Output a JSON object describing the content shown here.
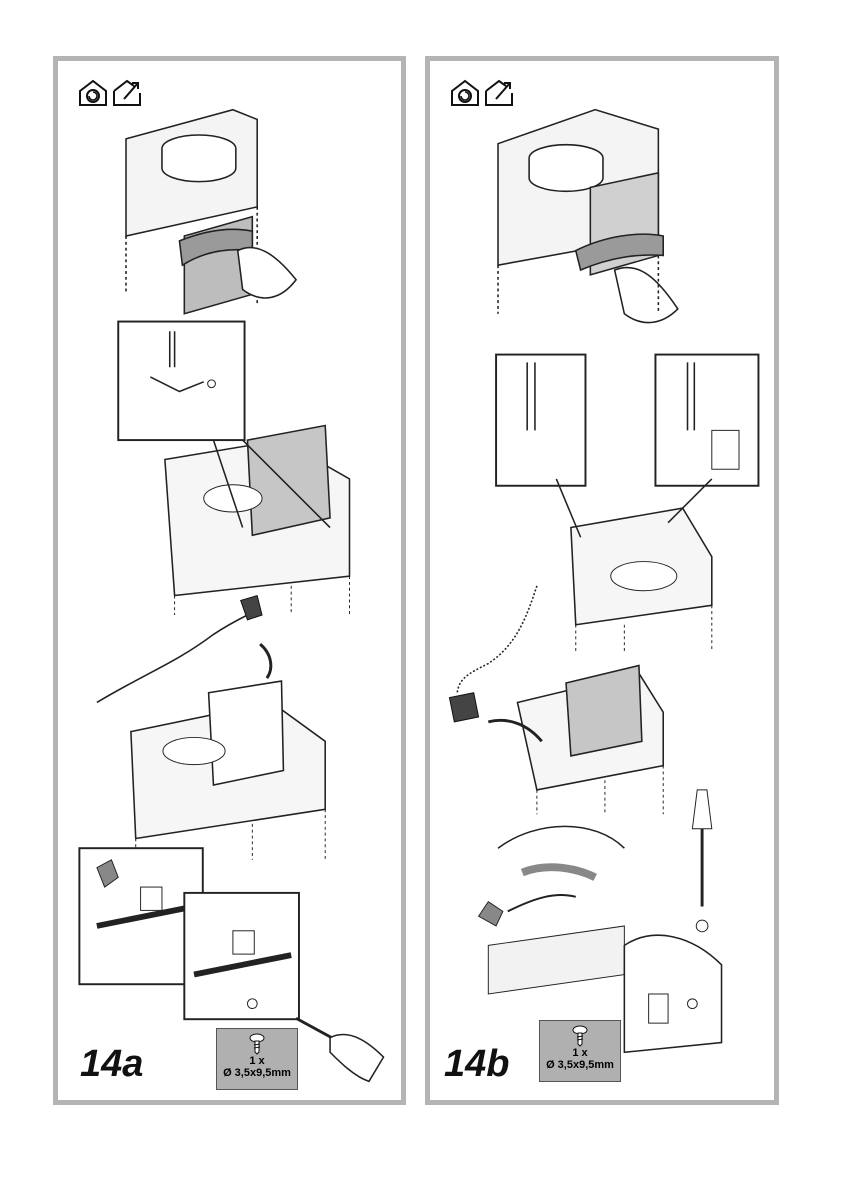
{
  "figures": [
    {
      "label": "14a",
      "screw": {
        "quantity": "1 x",
        "size": "Ø 3,5x9,5mm"
      },
      "mode_icons": [
        "recirculation-house-icon",
        "extraction-house-icon"
      ]
    },
    {
      "label": "14b",
      "screw": {
        "quantity": "1 x",
        "size": "Ø 3,5x9,5mm"
      },
      "mode_icons": [
        "recirculation-house-icon",
        "extraction-house-icon"
      ]
    }
  ],
  "colors": {
    "frame": "#b4b4b4",
    "shade": "#b0b0b0",
    "line": "#222222"
  }
}
